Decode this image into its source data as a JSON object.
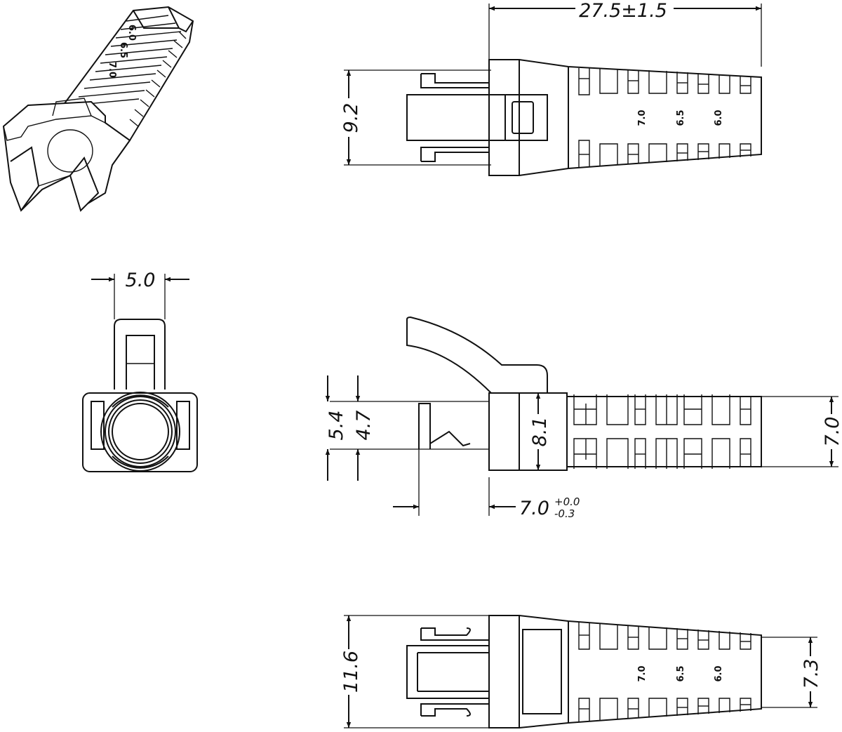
{
  "dimensions": {
    "overall_length": "27.5±1.5",
    "top_height": "9.2",
    "end_width": "5.0",
    "side_dim_a": "5.4",
    "side_dim_b": "4.7",
    "side_body_height": "8.1",
    "side_tail_height": "7.0",
    "side_front_length": "7.0",
    "side_front_tol_upper": "+0.0",
    "side_front_tol_lower": "-0.3",
    "bottom_height": "11.6",
    "bottom_tail_height": "7.3"
  },
  "size_marks": [
    "7.0",
    "6.5",
    "6.0"
  ],
  "iso_marks": [
    "6.0",
    "6.5",
    "7.0"
  ]
}
